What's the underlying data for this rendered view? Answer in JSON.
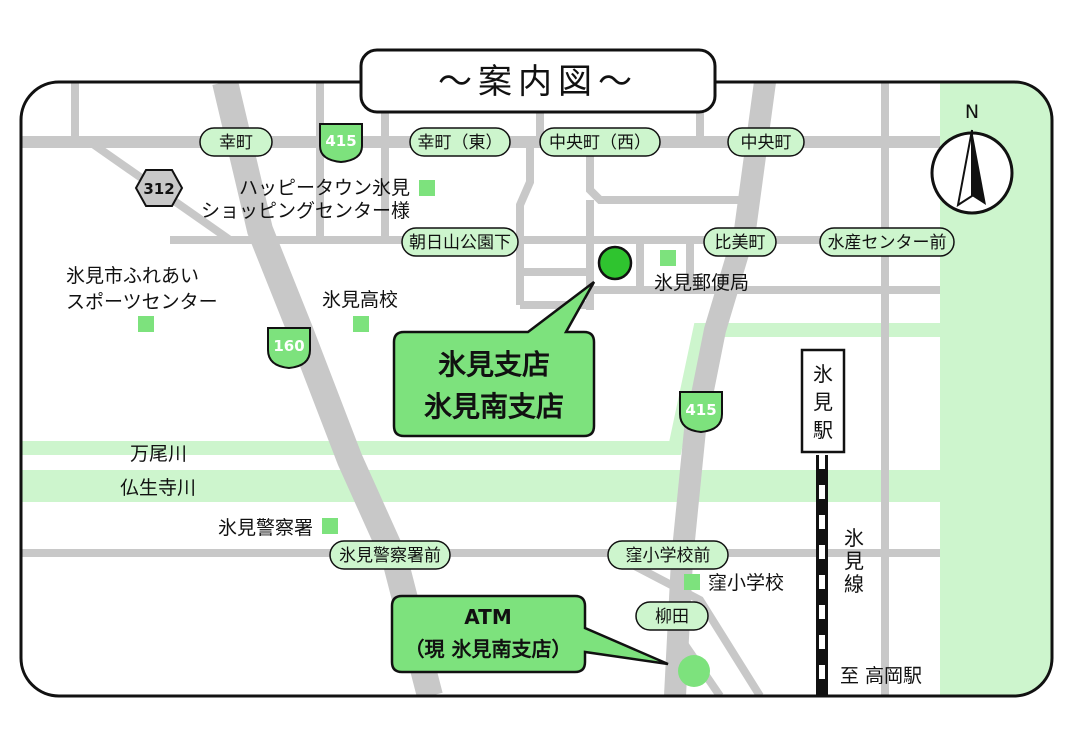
{
  "title": "～案内図～",
  "north_label": "N",
  "colors": {
    "green_fill": "#7de27d",
    "light_green": "#cdf5cd",
    "road_gray": "#c8c8c8",
    "outline": "#111111"
  },
  "bus_stops": {
    "saiwaicho": "幸町",
    "saiwaicho_east": "幸町（東）",
    "chuocho_west": "中央町（西）",
    "chuocho": "中央町",
    "asahiyama_koen_shita": "朝日山公園下",
    "himicho": "比美町",
    "suisan_center_mae": "水産センター前",
    "himi_police_mae": "氷見警察署前",
    "kubo_school_mae": "窪小学校前",
    "yanagida": "柳田"
  },
  "routes": {
    "r415_top": "415",
    "r312": "312",
    "r160": "160",
    "r415_mid": "415"
  },
  "landmarks": {
    "happy_town_1": "ハッピータウン氷見",
    "happy_town_2": "ショッピングセンター様",
    "fureai_1": "氷見市ふれあい",
    "fureai_2": "スポーツセンター",
    "himi_high": "氷見高校",
    "post_office": "氷見郵便局",
    "police": "氷見警察署",
    "kubo_school": "窪小学校"
  },
  "rivers": {
    "mannogawa": "万尾川",
    "busshoji": "仏生寺川"
  },
  "station": {
    "name_1": "氷",
    "name_2": "見",
    "name_3": "駅"
  },
  "line": {
    "c1": "氷",
    "c2": "見",
    "c3": "線"
  },
  "to_takaoka": "至 高岡駅",
  "branch_callout": {
    "line1": "氷見支店",
    "line2": "氷見南支店"
  },
  "atm_callout": {
    "line1": "ATM",
    "line2": "（現 氷見南支店）"
  }
}
